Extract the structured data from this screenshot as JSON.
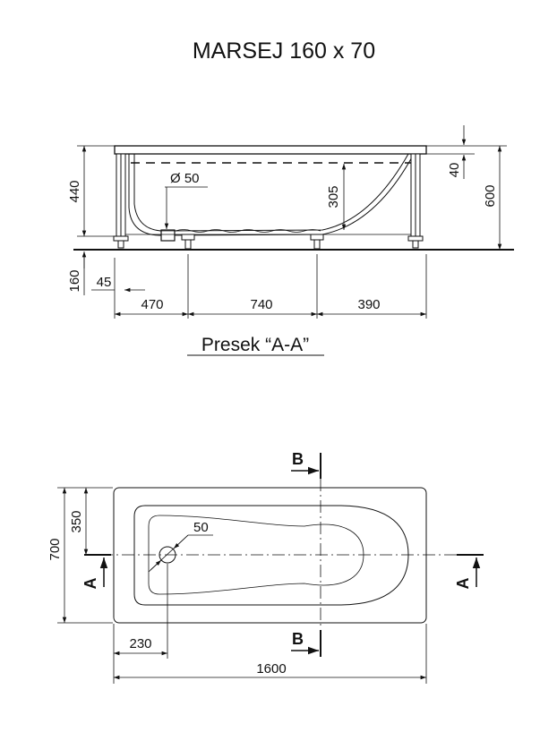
{
  "title": "MARSEJ 160 x 70",
  "section": {
    "caption": "Presek “A-A”",
    "dims": {
      "drain_diameter": "Ø 50",
      "inner_depth": "305",
      "total_height": "440",
      "rim_thickness": "40",
      "overall_height": "600",
      "floor_to_base": "160",
      "leg_offset": "45",
      "seg_a": "470",
      "seg_b": "740",
      "seg_c": "390"
    }
  },
  "plan": {
    "section_mark_b": "B",
    "section_mark_a": "A",
    "dims": {
      "drain_diameter": "50",
      "half_width": "350",
      "width": "700",
      "drain_offset": "230",
      "length": "1600"
    }
  }
}
